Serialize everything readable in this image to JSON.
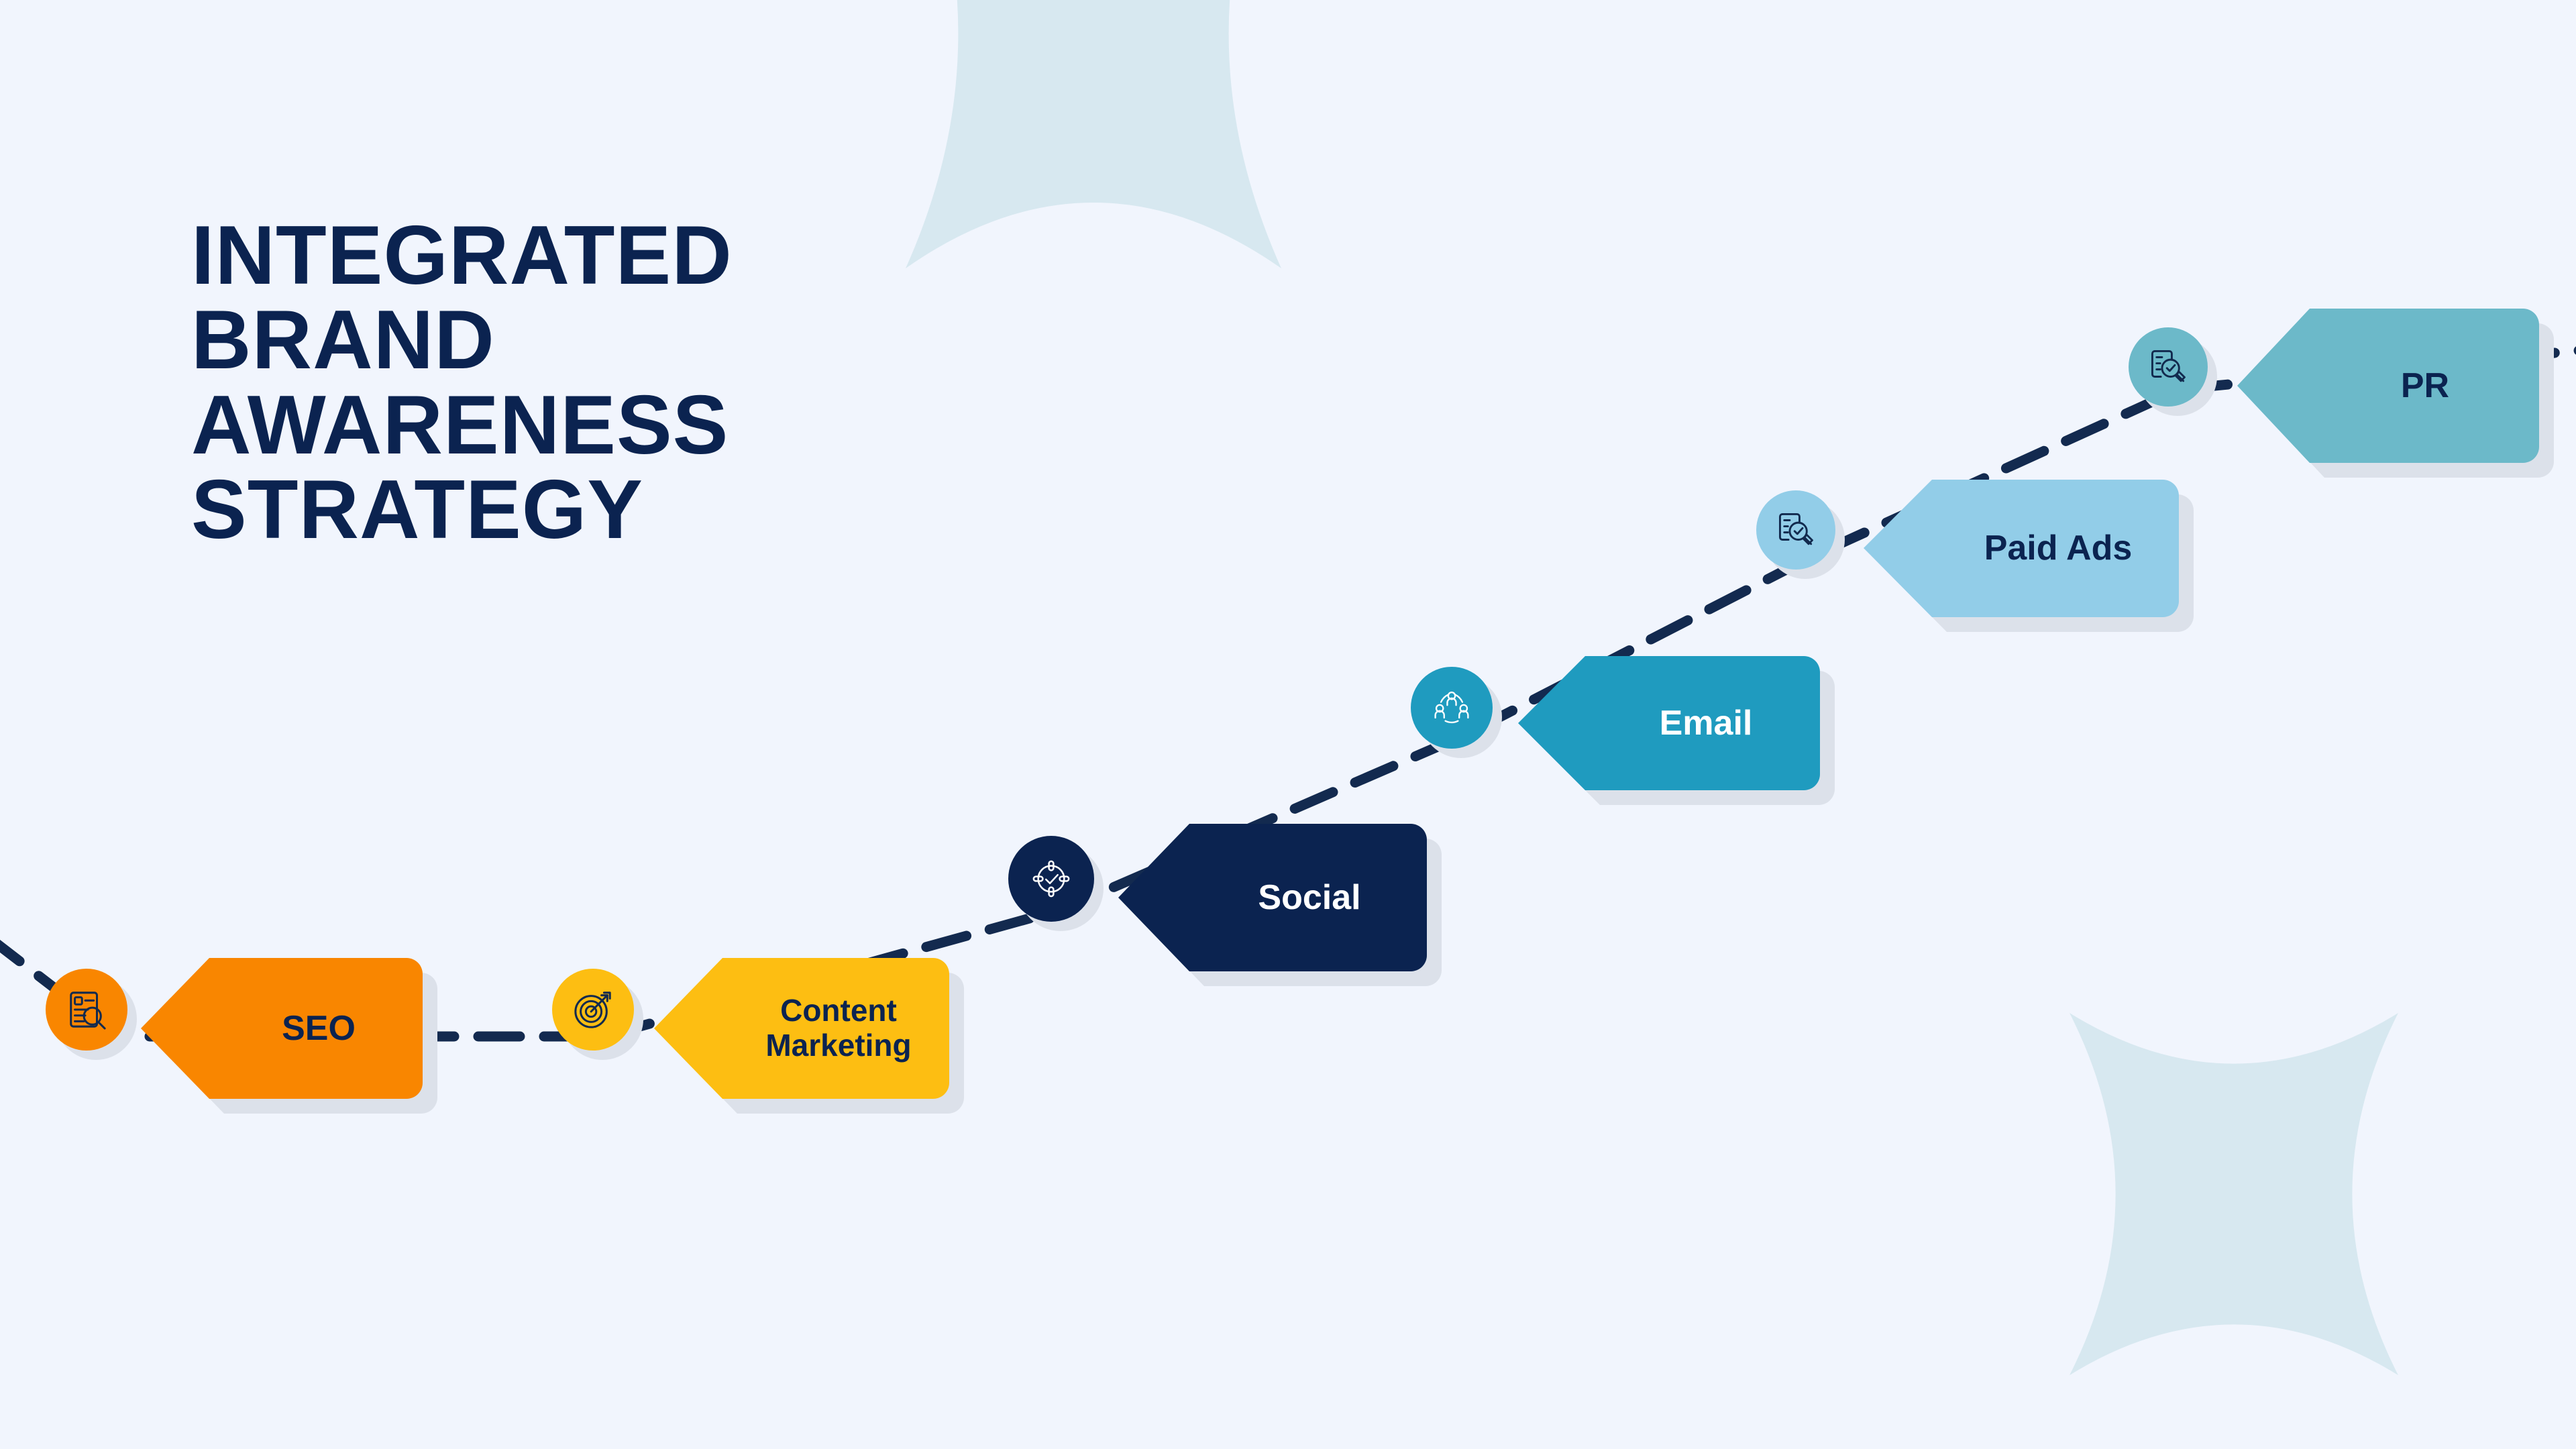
{
  "page": {
    "title_text": "INTEGRATED\nBRAND\nAWARENESS\nSTRATEGY",
    "background_color": "#F1F5FD",
    "deco_shape_color": "#D7E8F0",
    "connector_color": "#132A4F",
    "shadow_color": "#DCE1EA"
  },
  "steps": [
    {
      "label": "SEO",
      "tag_color": "#F98600",
      "text_color": "#0B2350",
      "bubble_color": "#F98600",
      "icon_color": "#122A4E",
      "icon": "document-search-icon"
    },
    {
      "label": "Content\nMarketing",
      "tag_color": "#FDBE12",
      "text_color": "#0B2350",
      "bubble_color": "#FDBE12",
      "icon_color": "#122A4E",
      "icon": "target-arrow-icon"
    },
    {
      "label": "Social",
      "tag_color": "#0B2350",
      "text_color": "#FFFFFF",
      "bubble_color": "#0B2350",
      "icon_color": "#FFFFFF",
      "icon": "crosshair-check-icon"
    },
    {
      "label": "Email",
      "tag_color": "#1F9BBF",
      "text_color": "#FFFFFF",
      "bubble_color": "#1F9BBF",
      "icon_color": "#FFFFFF",
      "icon": "people-network-icon"
    },
    {
      "label": "Paid Ads",
      "tag_color": "#92CDE8",
      "text_color": "#0B2350",
      "bubble_color": "#92CDE8",
      "icon_color": "#122A4E",
      "icon": "document-magnifier-check-icon"
    },
    {
      "label": "PR",
      "tag_color": "#6CB9C9",
      "text_color": "#0B2350",
      "bubble_color": "#6CB9C9",
      "icon_color": "#122A4E",
      "icon": "document-magnifier-check-icon"
    }
  ]
}
